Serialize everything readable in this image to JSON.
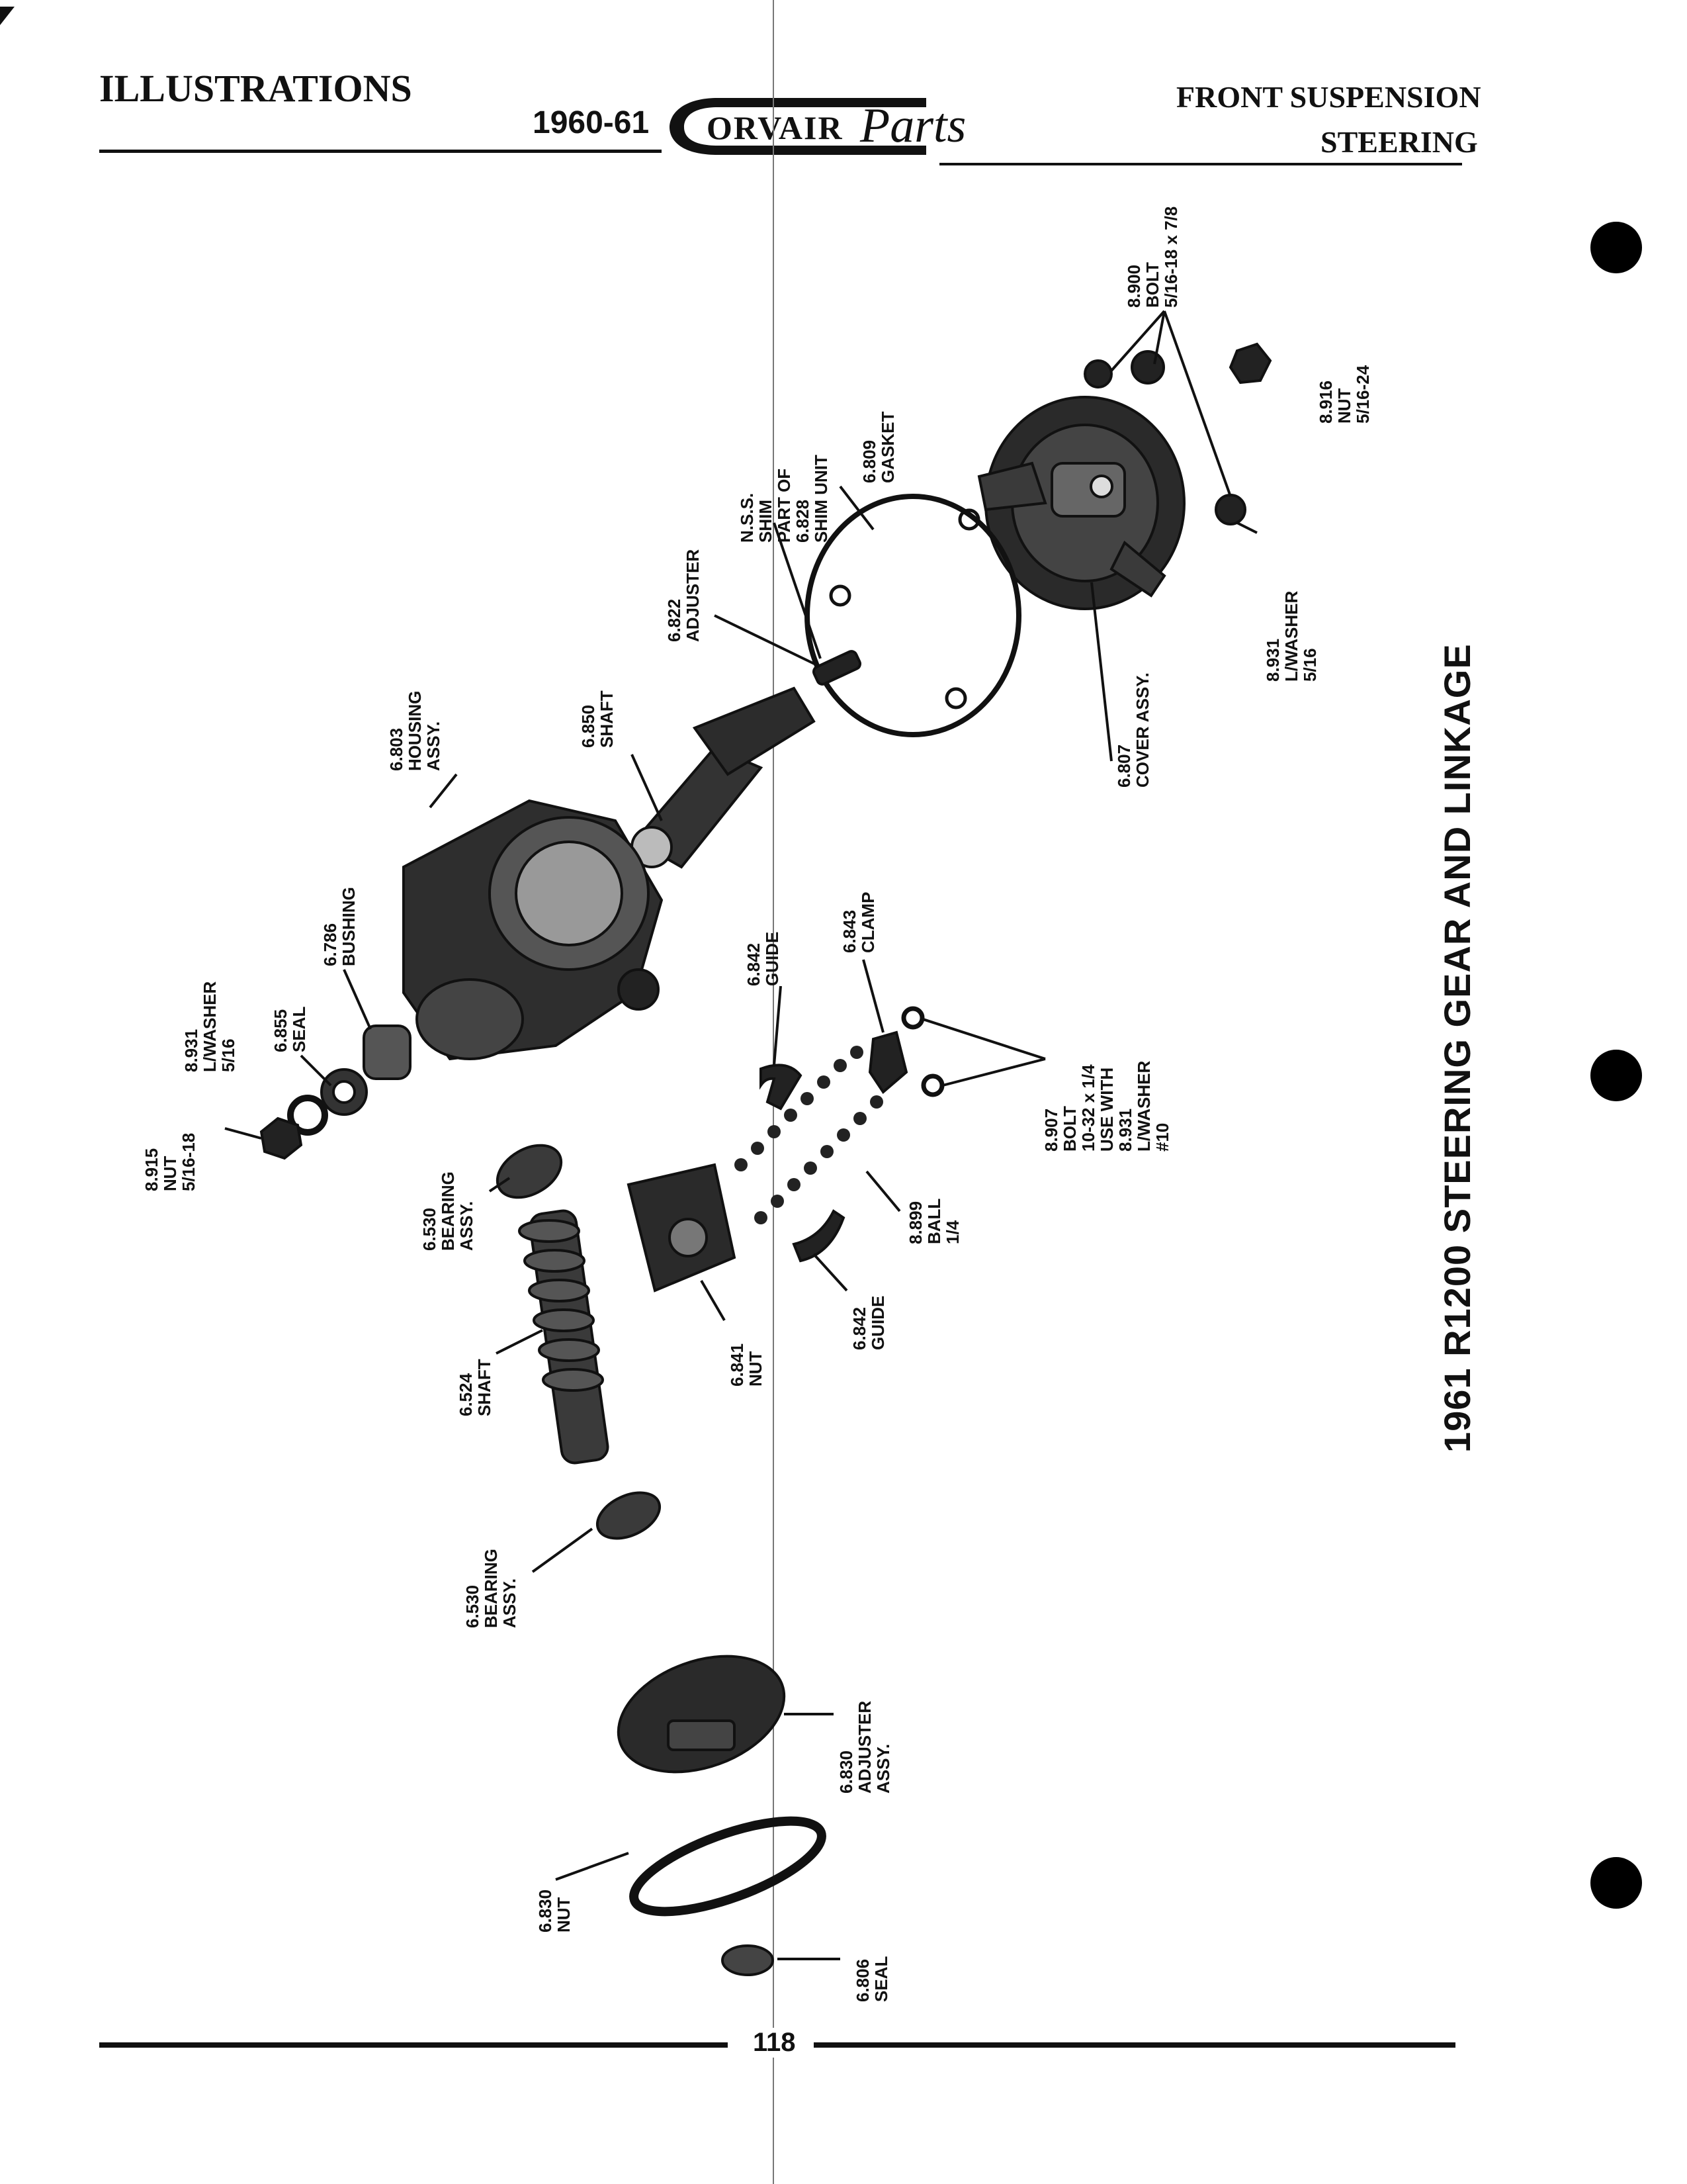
{
  "header": {
    "left_title": "ILLUSTRATIONS",
    "years": "1960-61",
    "brand": "ORVAIR",
    "brand_script": "Parts",
    "right_title_1": "FRONT SUSPENSION",
    "right_title_2": "STEERING"
  },
  "side_title": "1961 R1200 STEERING GEAR AND LINKAGE",
  "page_number": "118",
  "callouts": [
    {
      "lines": [
        "8.900",
        "BOLT",
        "5/16-18 x 7/8"
      ]
    },
    {
      "lines": [
        "8.916",
        "NUT",
        "5/16-24"
      ]
    },
    {
      "lines": [
        "N.S.S.",
        "SHIM",
        "PART OF",
        "6.828",
        "SHIM UNIT"
      ]
    },
    {
      "lines": [
        "6.809",
        "GASKET"
      ]
    },
    {
      "lines": [
        "6.822",
        "ADJUSTER"
      ]
    },
    {
      "lines": [
        "8.931",
        "L/WASHER",
        "5/16"
      ]
    },
    {
      "lines": [
        "6.807",
        "COVER ASSY."
      ]
    },
    {
      "lines": [
        "6.850",
        "SHAFT"
      ]
    },
    {
      "lines": [
        "6.803",
        "HOUSING",
        "ASSY."
      ]
    },
    {
      "lines": [
        "6.786",
        "BUSHING"
      ]
    },
    {
      "lines": [
        "6.855",
        "SEAL"
      ]
    },
    {
      "lines": [
        "8.931",
        "L/WASHER",
        "5/16"
      ]
    },
    {
      "lines": [
        "8.915",
        "NUT",
        "5/16-18"
      ]
    },
    {
      "lines": [
        "6.842",
        "GUIDE"
      ]
    },
    {
      "lines": [
        "6.843",
        "CLAMP"
      ]
    },
    {
      "lines": [
        "8.907",
        "BOLT",
        "10-32 x 1/4",
        "USE WITH",
        "8.931",
        "L/WASHER",
        "#10"
      ]
    },
    {
      "lines": [
        "6.530",
        "BEARING",
        "ASSY."
      ]
    },
    {
      "lines": [
        "8.899",
        "BALL",
        "1/4"
      ]
    },
    {
      "lines": [
        "6.842",
        "GUIDE"
      ]
    },
    {
      "lines": [
        "6.841",
        "NUT"
      ]
    },
    {
      "lines": [
        "6.524",
        "SHAFT"
      ]
    },
    {
      "lines": [
        "6.530",
        "BEARING",
        "ASSY."
      ]
    },
    {
      "lines": [
        "6.830",
        "ADJUSTER",
        "ASSY."
      ]
    },
    {
      "lines": [
        "6.830",
        "NUT"
      ]
    },
    {
      "lines": [
        "6.806",
        "SEAL"
      ]
    }
  ]
}
